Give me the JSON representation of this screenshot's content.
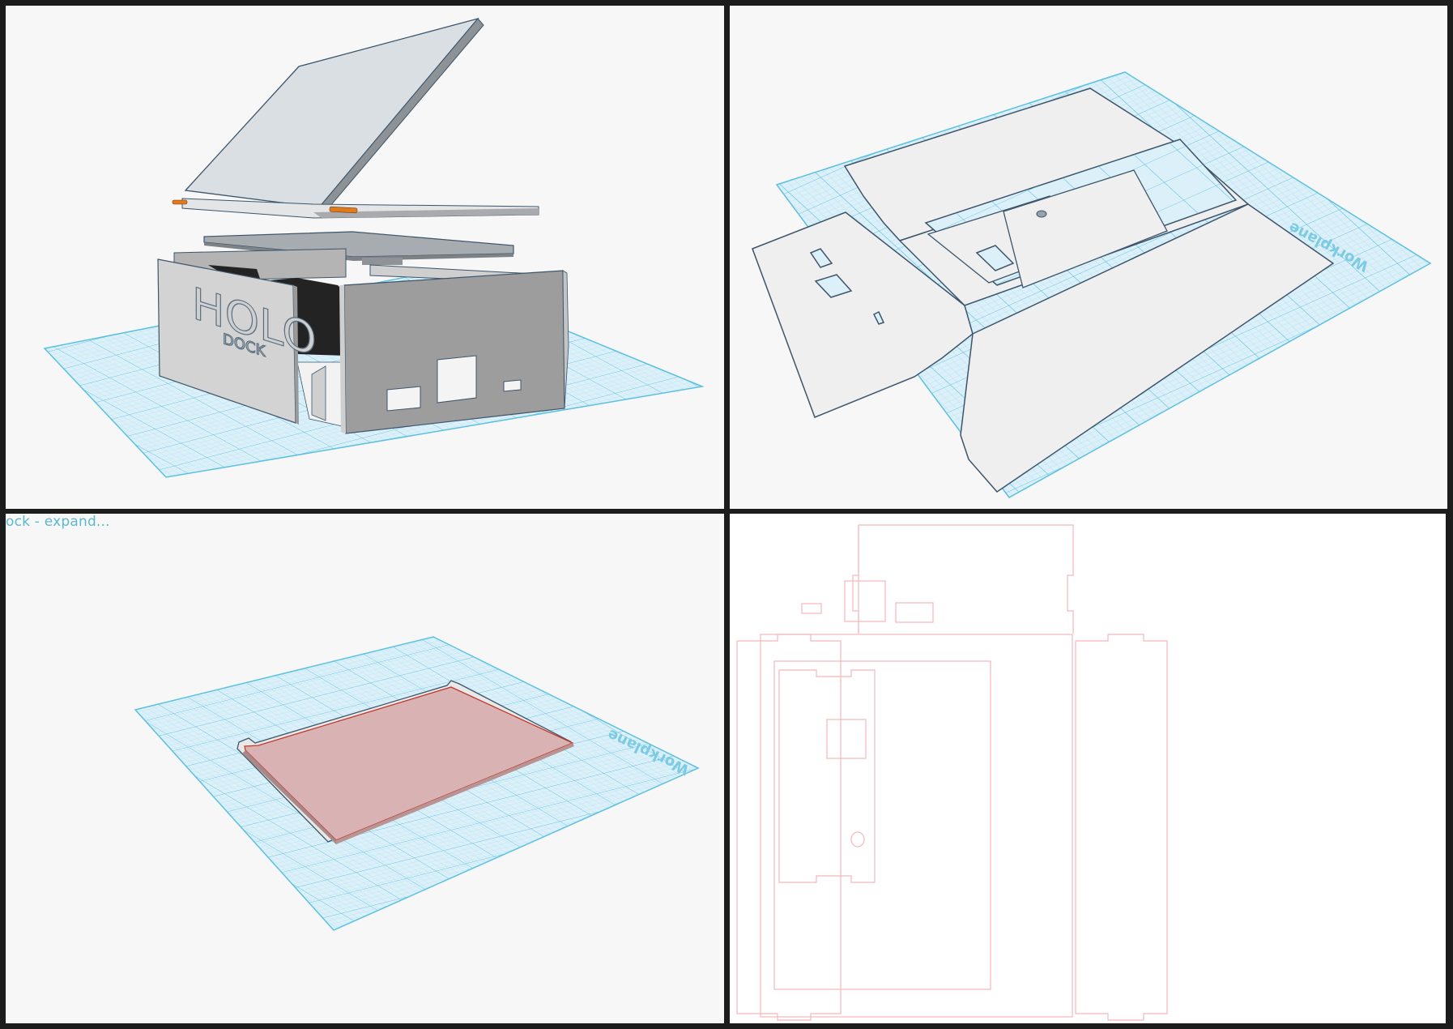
{
  "panels": [
    {
      "id": "assembled-3d-view",
      "description": "Exploded 3D assembly of dock enclosure on workplane"
    },
    {
      "id": "flat-layout-3d-view",
      "description": "Flat unfolded panels on workplane",
      "workplane_label": "Workplane"
    },
    {
      "id": "single-part-3d-view",
      "description": "Selected red base plate on workplane",
      "title_label": "ock - expand...",
      "workplane_label": "Workplane"
    },
    {
      "id": "laser-cut-2d-outline",
      "description": "2D cut outline in pink lines"
    }
  ],
  "logo": {
    "main": "HOLO",
    "sub": "DOCK"
  },
  "colors": {
    "divider": "#1c1c1c",
    "background": "#f7f7f7",
    "workplane_grid": "#5cc0e0",
    "workplane_fill": "#d6eef8",
    "part_light": "#dfe3e6",
    "part_mid": "#a5a5a5",
    "part_edge": "#3d556b",
    "pin_orange": "#e07a1f",
    "selected_part": "#d9b3b3",
    "selected_edge": "#c0392b",
    "cut_line": "#f2b8bc",
    "label_text": "#5cb8cf"
  }
}
